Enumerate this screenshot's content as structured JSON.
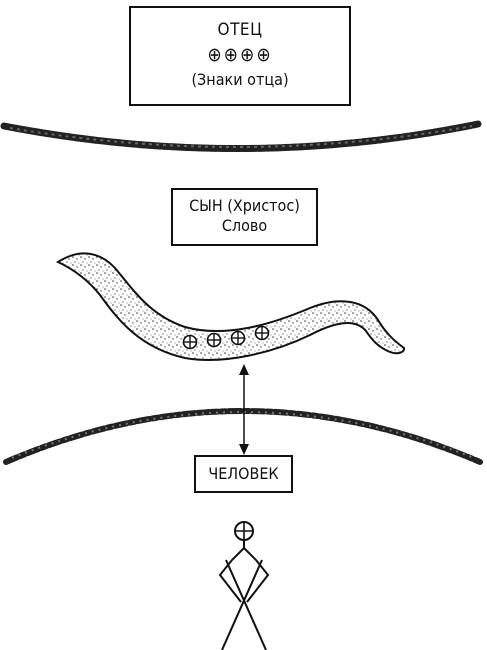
{
  "father": {
    "title": "ОТЕЦ",
    "signs": "⊕⊕⊕⊕",
    "caption": "(Знаки отца)"
  },
  "son": {
    "line1": "СЫН (Христос)",
    "line2": "Слово"
  },
  "man": {
    "label": "ЧЕЛОВЕК"
  },
  "icons": {
    "sign": "circled-plus",
    "figure": "stick-figure"
  }
}
